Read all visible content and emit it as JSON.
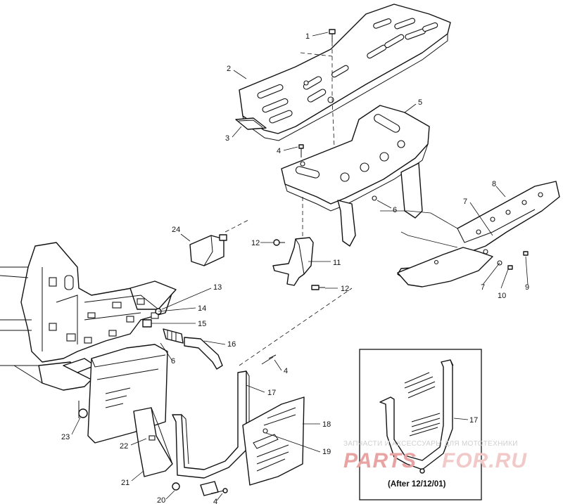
{
  "callouts": {
    "c1": "1",
    "c2": "2",
    "c3": "3",
    "c4a": "4",
    "c5": "5",
    "c6a": "6",
    "c8": "8",
    "c7a": "7",
    "c24": "24",
    "c12a": "12",
    "c11": "11",
    "c12b": "12",
    "c13": "13",
    "c14": "14",
    "c15": "15",
    "c16": "16",
    "c6b": "6",
    "c4b": "4",
    "c17": "17",
    "c18": "18",
    "c19": "19",
    "c7b": "7",
    "c10": "10",
    "c9": "9",
    "c23": "23",
    "c22": "22",
    "c21": "21",
    "c20": "20",
    "c4c": "4",
    "c17b": "17"
  },
  "inset": {
    "caption": "(After 12/12/01)"
  },
  "watermark": {
    "line1": "ЗАПЧАСТИ И АКСЕССУАРЫ ДЛЯ МОТОТЕХНИКИ",
    "brand_a": "PARTS",
    "brand_b": "FOR.RU",
    "brand_a_color": "#e8a3a3",
    "brand_b_color": "#f1c9c9"
  }
}
